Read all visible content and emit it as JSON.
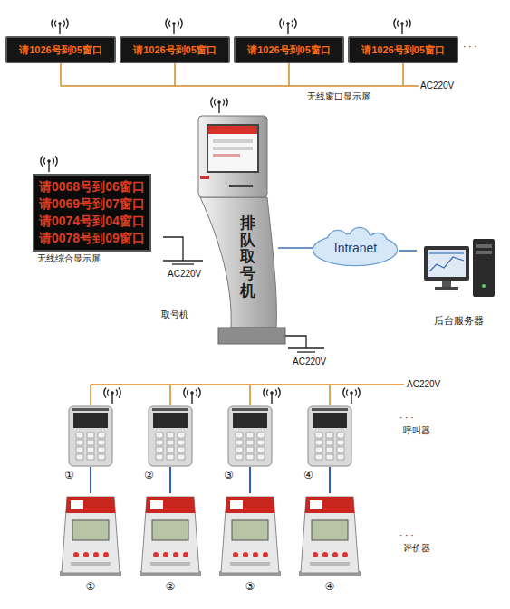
{
  "diagram": {
    "nodes": [
      {
        "text": [
          "请1026号到05窗口"
        ]
      },
      {
        "text": [
          "请1026号到05窗口"
        ]
      },
      {
        "text": [
          "请1026号到05窗口"
        ]
      },
      {
        "text": [
          "请1026号到05窗口"
        ]
      },
      {
        "text": [
          "请0068号到06窗口",
          "请0069号到07窗口",
          "请0074号到04窗口",
          "请0078号到09窗口"
        ]
      },
      {
        "text": [
          "排队取号机"
        ]
      },
      {
        "text": [
          "Intranet"
        ]
      },
      {
        "text": [
          "后台服务器"
        ]
      },
      {
        "text": [
          "①"
        ]
      },
      {
        "text": [
          "②"
        ]
      },
      {
        "text": [
          "③"
        ]
      },
      {
        "text": [
          "④"
        ]
      },
      {
        "text": [
          "①"
        ]
      },
      {
        "text": [
          "②"
        ]
      },
      {
        "text": [
          "③"
        ]
      },
      {
        "text": [
          "④"
        ]
      }
    ],
    "edges": [
      {
        "from": 5,
        "to": 6,
        "arrow": "none"
      },
      {
        "from": 6,
        "to": 7,
        "arrow": "none"
      },
      {
        "from": 8,
        "to": 12,
        "arrow": "none"
      },
      {
        "from": 9,
        "to": 13,
        "arrow": "none"
      },
      {
        "from": 10,
        "to": 14,
        "arrow": "none"
      },
      {
        "from": 11,
        "to": 15,
        "arrow": "none"
      }
    ],
    "labels": [
      "AC220V",
      "无线窗口显示屏",
      "· · ·",
      "无线综合显示屏",
      "AC220V",
      "取号机",
      "AC220V",
      "AC220V",
      "· · ·",
      "呼叫器",
      "· · ·",
      "评价器"
    ]
  }
}
